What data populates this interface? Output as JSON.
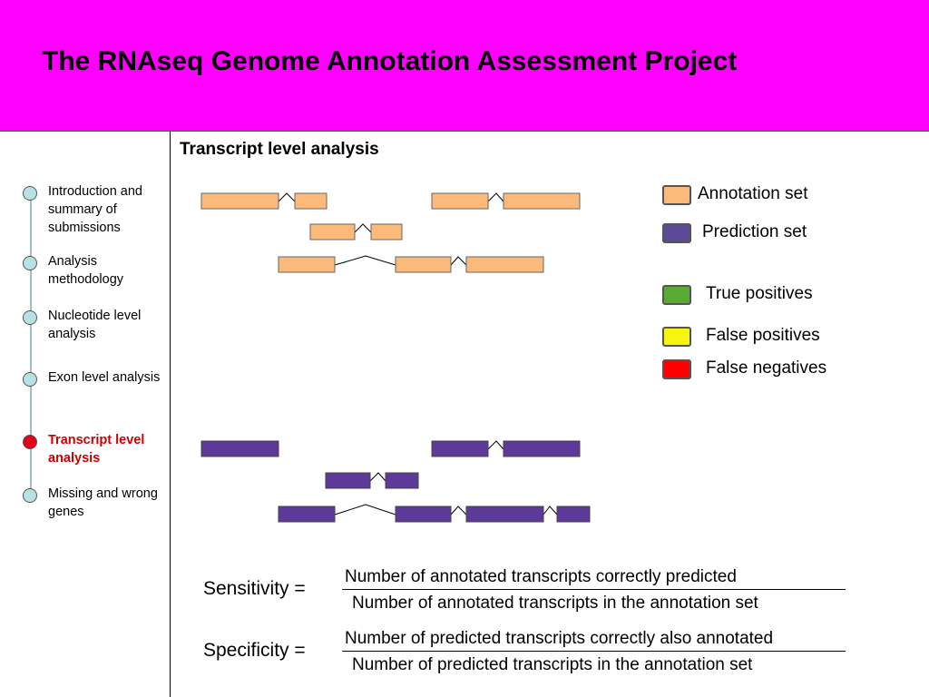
{
  "header": {
    "title": "The RNAseq Genome Annotation Assessment Project"
  },
  "section": {
    "title": "Transcript level analysis"
  },
  "nav": {
    "items": [
      {
        "label": "Introduction and summary of submissions",
        "active": false
      },
      {
        "label": "Analysis methodology",
        "active": false
      },
      {
        "label": "Nucleotide level analysis",
        "active": false
      },
      {
        "label": "Exon level analysis",
        "active": false
      },
      {
        "label": "Transcript level analysis",
        "active": true
      },
      {
        "label": "Missing and wrong genes",
        "active": false
      }
    ]
  },
  "legend": {
    "items": [
      {
        "label": "Annotation set",
        "color": "#fbb97a"
      },
      {
        "label": "Prediction set",
        "color": "#5d4a96"
      },
      {
        "label": "True positives",
        "color": "#5aab33"
      },
      {
        "label": "False positives",
        "color": "#f5f50f"
      },
      {
        "label": "False negatives",
        "color": "#ff0000"
      }
    ]
  },
  "colors": {
    "annotation": "#fbb97a",
    "prediction": "#5d3a9a",
    "header_bg": "#ff00ff",
    "active_nav": "#cc0000"
  },
  "formulas": {
    "sensitivity": {
      "label": "Sensitivity =",
      "numerator": "Number of annotated transcripts correctly predicted",
      "denominator": "Number of annotated transcripts in the annotation set"
    },
    "specificity": {
      "label": "Specificity =",
      "numerator": "Number of predicted transcripts correctly also annotated",
      "denominator": "Number of predicted transcripts in the annotation set"
    }
  }
}
